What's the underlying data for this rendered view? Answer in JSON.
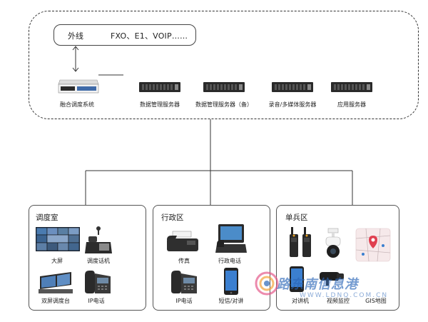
{
  "trunk": {
    "title": "外线",
    "types": "FXO、E1、VOIP……"
  },
  "servers": [
    {
      "label": "融合调度系统",
      "icon": "dispatch-server-icon"
    },
    {
      "label": "数据管理服务器",
      "icon": "rack-server-icon"
    },
    {
      "label": "数据管理服务器（备）",
      "icon": "rack-server-icon"
    },
    {
      "label": "录音/多媒体服务器",
      "icon": "rack-server-icon"
    },
    {
      "label": "应用服务器",
      "icon": "rack-server-icon"
    }
  ],
  "panels": [
    {
      "title": "调度室",
      "items": [
        {
          "label": "大屏",
          "icon": "video-wall-icon"
        },
        {
          "label": "调度话机",
          "icon": "dispatch-phone-icon"
        },
        {
          "label": "双屏调度台",
          "icon": "dual-screen-console-icon"
        },
        {
          "label": "IP电话",
          "icon": "ip-phone-icon"
        }
      ]
    },
    {
      "title": "行政区",
      "items": [
        {
          "label": "传真",
          "icon": "fax-icon"
        },
        {
          "label": "行政电话",
          "icon": "video-phone-icon"
        },
        {
          "label": "IP电话",
          "icon": "ip-phone-icon"
        },
        {
          "label": "短信/对讲",
          "icon": "smartphone-icon"
        }
      ]
    },
    {
      "title": "单兵区",
      "items": [
        {
          "label": "对讲机",
          "icon": "walkie-talkie-icon"
        },
        {
          "label": "视频监控",
          "icon": "surveillance-camera-icon"
        },
        {
          "label": "GIS地图",
          "icon": "gis-map-icon"
        }
      ]
    }
  ],
  "watermark": {
    "main": "路东南信息港",
    "sub": "WWW.LDNQ.COM.CN"
  },
  "colors": {
    "line": "#333333",
    "server_body": "#e9e9e9",
    "server_front": "#2a2a2a",
    "accent": "#1f6fd1"
  }
}
